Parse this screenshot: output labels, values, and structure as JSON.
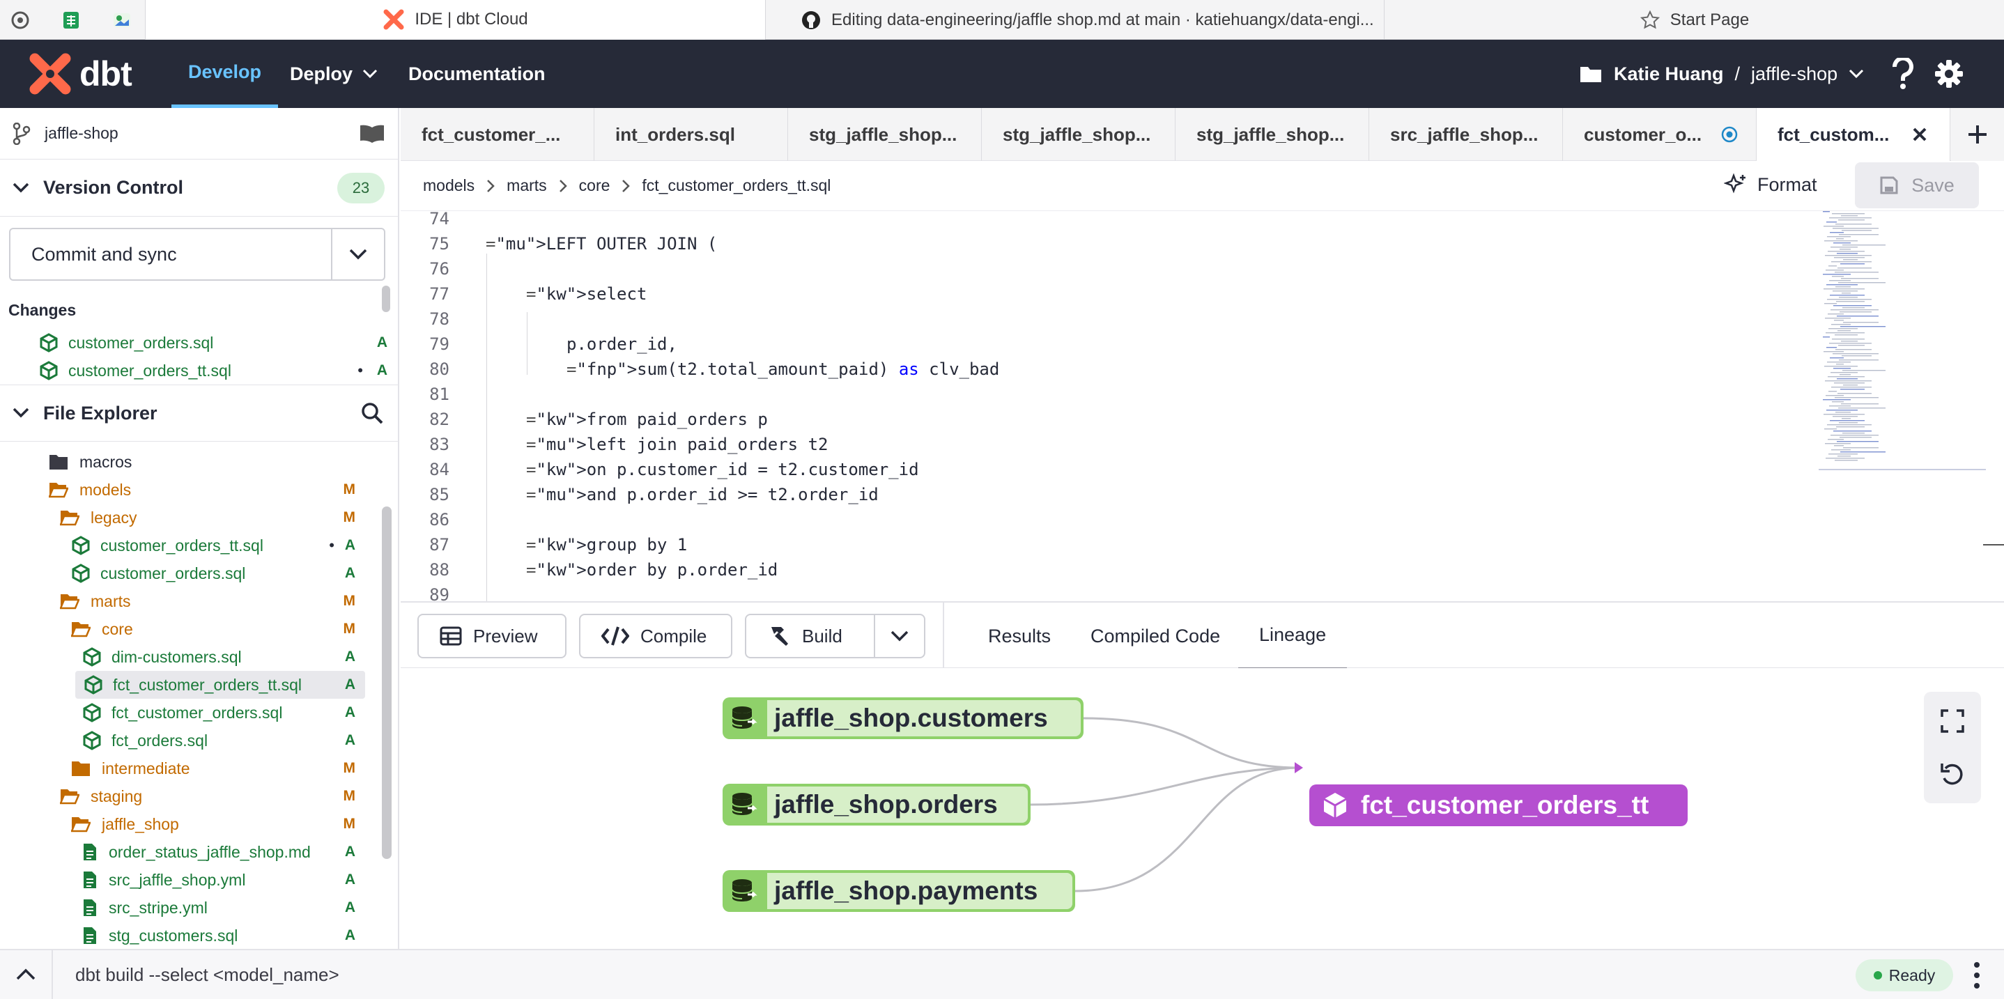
{
  "browser": {
    "tabs": [
      {
        "title": "IDE | dbt Cloud"
      },
      {
        "title": "Editing data-engineering/jaffle shop.md at main · katiehuangx/data-engi..."
      },
      {
        "title": "Start Page"
      }
    ]
  },
  "nav": {
    "logo_text": "dbt",
    "develop": "Develop",
    "deploy": "Deploy",
    "documentation": "Documentation",
    "user": "Katie Huang",
    "separator": "/",
    "project": "jaffle-shop"
  },
  "sidebar": {
    "project_name": "jaffle-shop",
    "version_control": {
      "title": "Version Control",
      "count": "23",
      "commit_label": "Commit and sync"
    },
    "changes": {
      "title": "Changes",
      "items": [
        {
          "name": "customer_orders.sql",
          "status": "A",
          "dot": ""
        },
        {
          "name": "customer_orders_tt.sql",
          "status": "A",
          "dot": "•"
        }
      ]
    },
    "file_explorer": {
      "title": "File Explorer",
      "items": [
        {
          "name": "macros",
          "status": "",
          "dot": ""
        },
        {
          "name": "models",
          "status": "M",
          "dot": ""
        },
        {
          "name": "legacy",
          "status": "M",
          "dot": ""
        },
        {
          "name": "customer_orders_tt.sql",
          "status": "A",
          "dot": "•"
        },
        {
          "name": "customer_orders.sql",
          "status": "A",
          "dot": ""
        },
        {
          "name": "marts",
          "status": "M",
          "dot": ""
        },
        {
          "name": "core",
          "status": "M",
          "dot": ""
        },
        {
          "name": "dim-customers.sql",
          "status": "A",
          "dot": ""
        },
        {
          "name": "fct_customer_orders_tt.sql",
          "status": "A",
          "dot": ""
        },
        {
          "name": "fct_customer_orders.sql",
          "status": "A",
          "dot": ""
        },
        {
          "name": "fct_orders.sql",
          "status": "A",
          "dot": ""
        },
        {
          "name": "intermediate",
          "status": "M",
          "dot": ""
        },
        {
          "name": "staging",
          "status": "M",
          "dot": ""
        },
        {
          "name": "jaffle_shop",
          "status": "M",
          "dot": ""
        },
        {
          "name": "order_status_jaffle_shop.md",
          "status": "A",
          "dot": ""
        },
        {
          "name": "src_jaffle_shop.yml",
          "status": "A",
          "dot": ""
        },
        {
          "name": "src_stripe.yml",
          "status": "A",
          "dot": ""
        },
        {
          "name": "stg_customers.sql",
          "status": "A",
          "dot": ""
        }
      ]
    }
  },
  "editor": {
    "tabs": [
      {
        "label": "fct_customer_..."
      },
      {
        "label": "int_orders.sql"
      },
      {
        "label": "stg_jaffle_shop..."
      },
      {
        "label": "stg_jaffle_shop..."
      },
      {
        "label": "stg_jaffle_shop..."
      },
      {
        "label": "src_jaffle_shop..."
      },
      {
        "label": "customer_o..."
      },
      {
        "label": "fct_custom..."
      }
    ],
    "breadcrumb": [
      "models",
      "marts",
      "core",
      "fct_customer_orders_tt.sql"
    ],
    "format_label": "Format",
    "save_label": "Save",
    "lines": [
      {
        "n": "74",
        "text": ""
      },
      {
        "n": "75",
        "text": "LEFT OUTER JOIN ("
      },
      {
        "n": "76",
        "text": ""
      },
      {
        "n": "77",
        "text": "select"
      },
      {
        "n": "78",
        "text": ""
      },
      {
        "n": "79",
        "text": "p.order_id,"
      },
      {
        "n": "80",
        "text": "sum(t2.total_amount_paid) as clv_bad"
      },
      {
        "n": "81",
        "text": ""
      },
      {
        "n": "82",
        "text": "from paid_orders p"
      },
      {
        "n": "83",
        "text": "left join paid_orders t2"
      },
      {
        "n": "84",
        "text": "on p.customer_id = t2.customer_id"
      },
      {
        "n": "85",
        "text": "and p.order_id >= t2.order_id"
      },
      {
        "n": "86",
        "text": ""
      },
      {
        "n": "87",
        "text": "group by 1"
      },
      {
        "n": "88",
        "text": "order by p.order_id"
      },
      {
        "n": "89",
        "text": ""
      }
    ]
  },
  "panel": {
    "preview": "Preview",
    "compile": "Compile",
    "build": "Build",
    "tabs": [
      "Results",
      "Compiled Code",
      "Lineage"
    ],
    "active_tab": "Lineage"
  },
  "lineage": {
    "sources": [
      "jaffle_shop.customers",
      "jaffle_shop.orders",
      "jaffle_shop.payments"
    ],
    "target": "fct_customer_orders_tt"
  },
  "statusbar": {
    "command": "dbt build --select <model_name>",
    "status": "Ready"
  },
  "colors": {
    "nav_bg": "#262a38",
    "accent_blue": "#69c3ff",
    "dbt_orange": "#ff694a",
    "source_green": "#8fd16a",
    "model_purple": "#b54fd0",
    "added_green": "#1b7a3a",
    "modified_orange": "#c26a00"
  }
}
